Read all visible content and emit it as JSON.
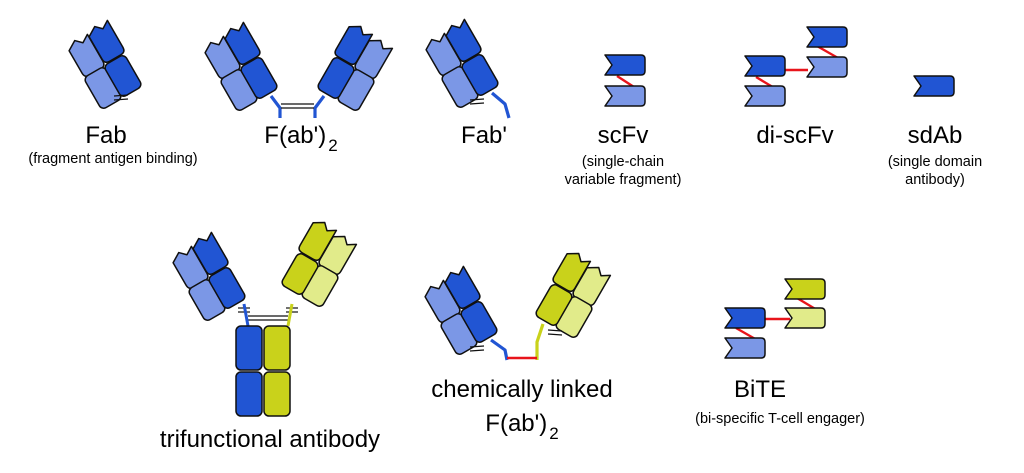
{
  "fragments": [
    {
      "name": "Fab",
      "desc": "(fragment antigen binding)"
    },
    {
      "name": "F(ab')",
      "sub": "2"
    },
    {
      "name": "Fab'"
    },
    {
      "name": "scFv",
      "desc_line1": "(single-chain",
      "desc_line2": "variable fragment)"
    },
    {
      "name": "di-scFv"
    },
    {
      "name": "sdAb",
      "desc_line1": "(single domain",
      "desc_line2": "antibody)"
    },
    {
      "name": "trifunctional antibody"
    },
    {
      "name_line1": "chemically linked",
      "name_line2": "F(ab')",
      "sub": "2"
    },
    {
      "name": "BiTE",
      "desc": "(bi-specific T-cell engager)"
    }
  ],
  "colors": {
    "heavy_chain_blue": "#2155d3",
    "light_chain_blue": "#7b97e6",
    "heavy_chain_yellow": "#c9d21b",
    "light_chain_yellow": "#e1eb8a",
    "linker_red": "#e8141b",
    "outline": "#101010"
  }
}
